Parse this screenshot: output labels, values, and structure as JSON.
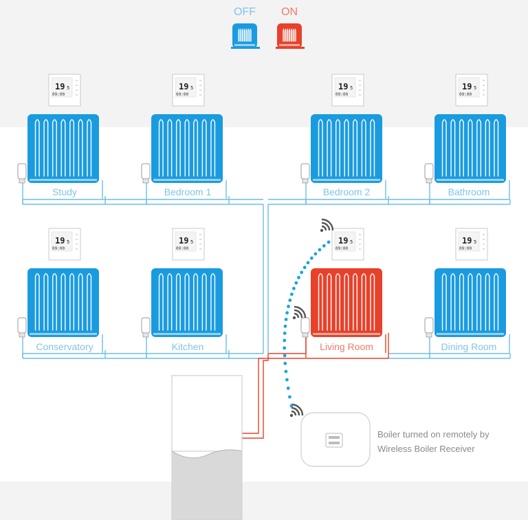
{
  "legend": {
    "off_label": "OFF",
    "on_label": "ON",
    "off_color": "#1a9be0",
    "on_color": "#e8412a"
  },
  "rooms": [
    {
      "name": "Study",
      "state": "off"
    },
    {
      "name": "Bedroom 1",
      "state": "off"
    },
    {
      "name": "Bedroom 2",
      "state": "off"
    },
    {
      "name": "Bathroom",
      "state": "off"
    },
    {
      "name": "Conservatory",
      "state": "off"
    },
    {
      "name": "Kitchen",
      "state": "off"
    },
    {
      "name": "Living Room",
      "state": "on"
    },
    {
      "name": "Dining Room",
      "state": "off"
    }
  ],
  "thermostat": {
    "temperature": "19",
    "decimal": "5",
    "time": "09:00"
  },
  "receiver": {
    "caption_line1": "Boiler turned on remotely by",
    "caption_line2": "Wireless Boiler Receiver"
  },
  "colors": {
    "pipe_off": "#6cbde9",
    "pipe_on": "#e8412a",
    "label_off": "#7fc4ea",
    "label_on": "#f07a68",
    "signal_dots": "#1aa3e0"
  }
}
